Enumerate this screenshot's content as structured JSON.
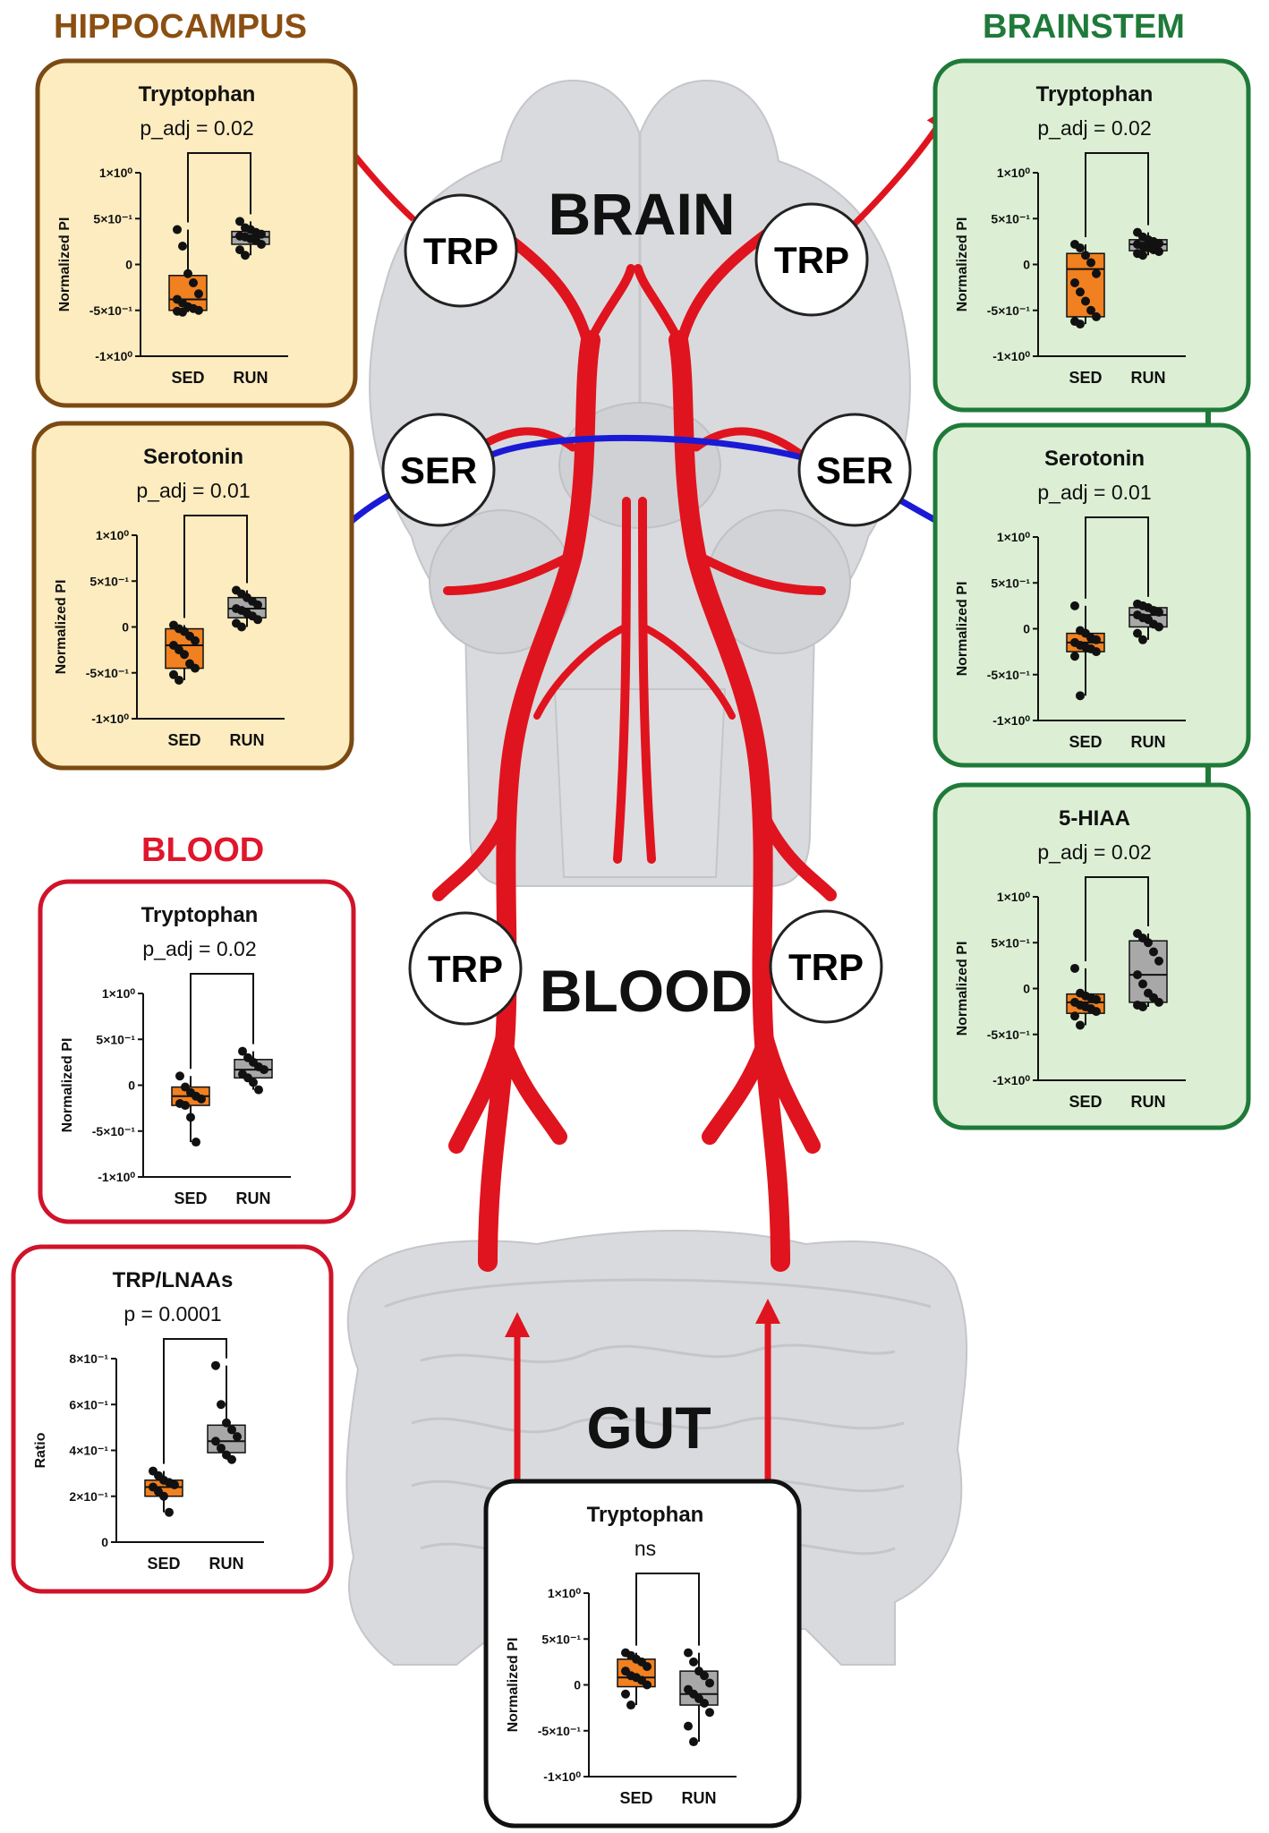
{
  "section_titles": {
    "hippocampus": "HIPPOCAMPUS",
    "brainstem": "BRAINSTEM",
    "blood_panel": "BLOOD"
  },
  "organ_labels": {
    "brain": "BRAIN",
    "blood": "BLOOD",
    "gut": "GUT"
  },
  "node_labels": {
    "trp": "TRP",
    "ser": "SER"
  },
  "colors": {
    "hippocampus_border": "#7b4a12",
    "hippocampus_fill": "#fcecc0",
    "hippocampus_title": "#8b4f12",
    "brainstem_border": "#1f7a3a",
    "brainstem_fill": "#dcefd4",
    "brainstem_title": "#1f7a3a",
    "blood_border": "#d0132a",
    "blood_title": "#e0162c",
    "gut_border": "#111111",
    "sed_box": "#f08020",
    "run_box": "#a8a8a8",
    "vessel": "#e0141e",
    "serotonin_arrow": "#1a1ad6",
    "organ_gray": "#d9dadd"
  },
  "chart_data": [
    {
      "id": "hippocampus-tryptophan",
      "type": "box",
      "title": "Tryptophan",
      "stat": "p_adj = 0.02",
      "ylabel": "Normalized PI",
      "ylim": [
        -1,
        1
      ],
      "ytick_labels": [
        "1×10⁰",
        "5×10⁻¹",
        "0",
        "-5×10⁻¹",
        "-1×10⁰"
      ],
      "categories": [
        "SED",
        "RUN"
      ],
      "boxes": [
        {
          "name": "SED",
          "min": -0.52,
          "q1": -0.5,
          "median": -0.38,
          "q3": -0.12,
          "max": 0.38,
          "points": [
            0.38,
            0.2,
            -0.1,
            -0.2,
            -0.32,
            -0.38,
            -0.42,
            -0.46,
            -0.48,
            -0.5,
            -0.51,
            -0.52
          ]
        },
        {
          "name": "RUN",
          "min": 0.1,
          "q1": 0.22,
          "median": 0.3,
          "q3": 0.36,
          "max": 0.47,
          "points": [
            0.47,
            0.4,
            0.38,
            0.35,
            0.33,
            0.31,
            0.3,
            0.28,
            0.26,
            0.22,
            0.16,
            0.1
          ]
        }
      ]
    },
    {
      "id": "hippocampus-serotonin",
      "type": "box",
      "title": "Serotonin",
      "stat": "p_adj  = 0.01",
      "ylabel": "Normalized PI",
      "ylim": [
        -1,
        1
      ],
      "ytick_labels": [
        "1×10⁰",
        "5×10⁻¹",
        "0",
        "-5×10⁻¹",
        "-1×10⁰"
      ],
      "categories": [
        "SED",
        "RUN"
      ],
      "boxes": [
        {
          "name": "SED",
          "min": -0.58,
          "q1": -0.45,
          "median": -0.2,
          "q3": -0.02,
          "max": 0.02,
          "points": [
            0.02,
            -0.02,
            -0.05,
            -0.1,
            -0.15,
            -0.2,
            -0.25,
            -0.3,
            -0.4,
            -0.45,
            -0.52,
            -0.58
          ]
        },
        {
          "name": "RUN",
          "min": 0,
          "q1": 0.1,
          "median": 0.2,
          "q3": 0.32,
          "max": 0.4,
          "points": [
            0.4,
            0.36,
            0.32,
            0.28,
            0.24,
            0.2,
            0.18,
            0.15,
            0.12,
            0.08,
            0.04,
            0
          ]
        }
      ]
    },
    {
      "id": "brainstem-tryptophan",
      "type": "box",
      "title": "Tryptophan",
      "stat": "p_adj  = 0.02",
      "ylabel": "Normalized PI",
      "ylim": [
        -1,
        1
      ],
      "ytick_labels": [
        "1×10⁰",
        "5×10⁻¹",
        "0",
        "-5×10⁻¹",
        "-1×10⁰"
      ],
      "categories": [
        "SED",
        "RUN"
      ],
      "boxes": [
        {
          "name": "SED",
          "min": -0.65,
          "q1": -0.57,
          "median": -0.05,
          "q3": 0.12,
          "max": 0.22,
          "points": [
            0.22,
            0.18,
            0.1,
            0.02,
            -0.1,
            -0.2,
            -0.3,
            -0.4,
            -0.5,
            -0.57,
            -0.62,
            -0.65
          ]
        },
        {
          "name": "RUN",
          "min": 0.1,
          "q1": 0.15,
          "median": 0.22,
          "q3": 0.27,
          "max": 0.35,
          "points": [
            0.35,
            0.3,
            0.27,
            0.25,
            0.23,
            0.22,
            0.2,
            0.18,
            0.16,
            0.14,
            0.12,
            0.1
          ]
        }
      ]
    },
    {
      "id": "brainstem-serotonin",
      "type": "box",
      "title": "Serotonin",
      "stat": "p_adj  = 0.01",
      "ylabel": "Normalized PI",
      "ylim": [
        -1,
        1
      ],
      "ytick_labels": [
        "1×10⁰",
        "5×10⁻¹",
        "0",
        "-5×10⁻¹",
        "-1×10⁰"
      ],
      "categories": [
        "SED",
        "RUN"
      ],
      "boxes": [
        {
          "name": "SED",
          "min": -0.73,
          "q1": -0.25,
          "median": -0.15,
          "q3": -0.05,
          "max": 0.25,
          "points": [
            0.25,
            -0.02,
            -0.05,
            -0.1,
            -0.12,
            -0.15,
            -0.18,
            -0.2,
            -0.22,
            -0.25,
            -0.3,
            -0.73
          ]
        },
        {
          "name": "RUN",
          "min": -0.12,
          "q1": 0.02,
          "median": 0.15,
          "q3": 0.23,
          "max": 0.27,
          "points": [
            0.27,
            0.25,
            0.23,
            0.2,
            0.18,
            0.15,
            0.12,
            0.1,
            0.05,
            0.02,
            -0.05,
            -0.12
          ]
        }
      ]
    },
    {
      "id": "brainstem-5hiaa",
      "type": "box",
      "title": "5-HIAA",
      "stat": "p_adj  = 0.02",
      "ylabel": "Normalized PI",
      "ylim": [
        -1,
        1
      ],
      "ytick_labels": [
        "1×10⁰",
        "5×10⁻¹",
        "0",
        "-5×10⁻¹",
        "-1×10⁰"
      ],
      "categories": [
        "SED",
        "RUN"
      ],
      "boxes": [
        {
          "name": "SED",
          "min": -0.4,
          "q1": -0.27,
          "median": -0.15,
          "q3": -0.06,
          "max": 0.22,
          "points": [
            0.22,
            -0.05,
            -0.08,
            -0.1,
            -0.12,
            -0.15,
            -0.18,
            -0.2,
            -0.22,
            -0.25,
            -0.3,
            -0.4
          ]
        },
        {
          "name": "RUN",
          "min": -0.2,
          "q1": -0.15,
          "median": 0.15,
          "q3": 0.52,
          "max": 0.6,
          "points": [
            0.6,
            0.55,
            0.5,
            0.4,
            0.3,
            0.15,
            0.05,
            -0.05,
            -0.1,
            -0.15,
            -0.18,
            -0.2
          ]
        }
      ]
    },
    {
      "id": "blood-tryptophan",
      "type": "box",
      "title": "Tryptophan",
      "stat": "p_adj = 0.02",
      "ylabel": "Normalized PI",
      "ylim": [
        -1,
        1
      ],
      "ytick_labels": [
        "1×10⁰",
        "5×10⁻¹",
        "0",
        "-5×10⁻¹",
        "-1×10⁰"
      ],
      "categories": [
        "SED",
        "RUN"
      ],
      "boxes": [
        {
          "name": "SED",
          "min": -0.62,
          "q1": -0.22,
          "median": -0.12,
          "q3": -0.02,
          "max": 0.1,
          "points": [
            0.1,
            -0.02,
            -0.08,
            -0.12,
            -0.15,
            -0.2,
            -0.22,
            -0.35,
            -0.62
          ]
        },
        {
          "name": "RUN",
          "min": -0.05,
          "q1": 0.08,
          "median": 0.17,
          "q3": 0.28,
          "max": 0.37,
          "points": [
            0.37,
            0.3,
            0.25,
            0.2,
            0.17,
            0.12,
            0.08,
            0.03,
            -0.05
          ]
        }
      ]
    },
    {
      "id": "blood-trp-lnaas",
      "type": "box",
      "title": "TRP/LNAAs",
      "stat": "p = 0.0001",
      "ylabel": "Ratio",
      "ylim": [
        0,
        0.8
      ],
      "ytick_labels": [
        "8×10⁻¹",
        "6×10⁻¹",
        "4×10⁻¹",
        "2×10⁻¹",
        "0"
      ],
      "categories": [
        "SED",
        "RUN"
      ],
      "boxes": [
        {
          "name": "SED",
          "min": 0.13,
          "q1": 0.2,
          "median": 0.24,
          "q3": 0.27,
          "max": 0.31,
          "points": [
            0.31,
            0.29,
            0.27,
            0.26,
            0.25,
            0.24,
            0.22,
            0.2,
            0.13
          ]
        },
        {
          "name": "RUN",
          "min": 0.36,
          "q1": 0.39,
          "median": 0.44,
          "q3": 0.51,
          "max": 0.77,
          "points": [
            0.77,
            0.6,
            0.52,
            0.49,
            0.46,
            0.44,
            0.41,
            0.38,
            0.36
          ]
        }
      ]
    },
    {
      "id": "gut-tryptophan",
      "type": "box",
      "title": "Tryptophan",
      "stat": "ns",
      "ylabel": "Normalized PI",
      "ylim": [
        -1,
        1
      ],
      "ytick_labels": [
        "1×10⁰",
        "5×10⁻¹",
        "0",
        "-5×10⁻¹",
        "-1×10⁰"
      ],
      "categories": [
        "SED",
        "RUN"
      ],
      "boxes": [
        {
          "name": "SED",
          "min": -0.22,
          "q1": -0.02,
          "median": 0.08,
          "q3": 0.28,
          "max": 0.35,
          "points": [
            0.35,
            0.32,
            0.28,
            0.25,
            0.2,
            0.15,
            0.1,
            0.08,
            0.05,
            0,
            -0.1,
            -0.22
          ]
        },
        {
          "name": "RUN",
          "min": -0.62,
          "q1": -0.22,
          "median": -0.1,
          "q3": 0.15,
          "max": 0.35,
          "points": [
            0.35,
            0.25,
            0.15,
            0.1,
            0.02,
            -0.05,
            -0.1,
            -0.15,
            -0.2,
            -0.3,
            -0.45,
            -0.62
          ]
        }
      ]
    }
  ]
}
